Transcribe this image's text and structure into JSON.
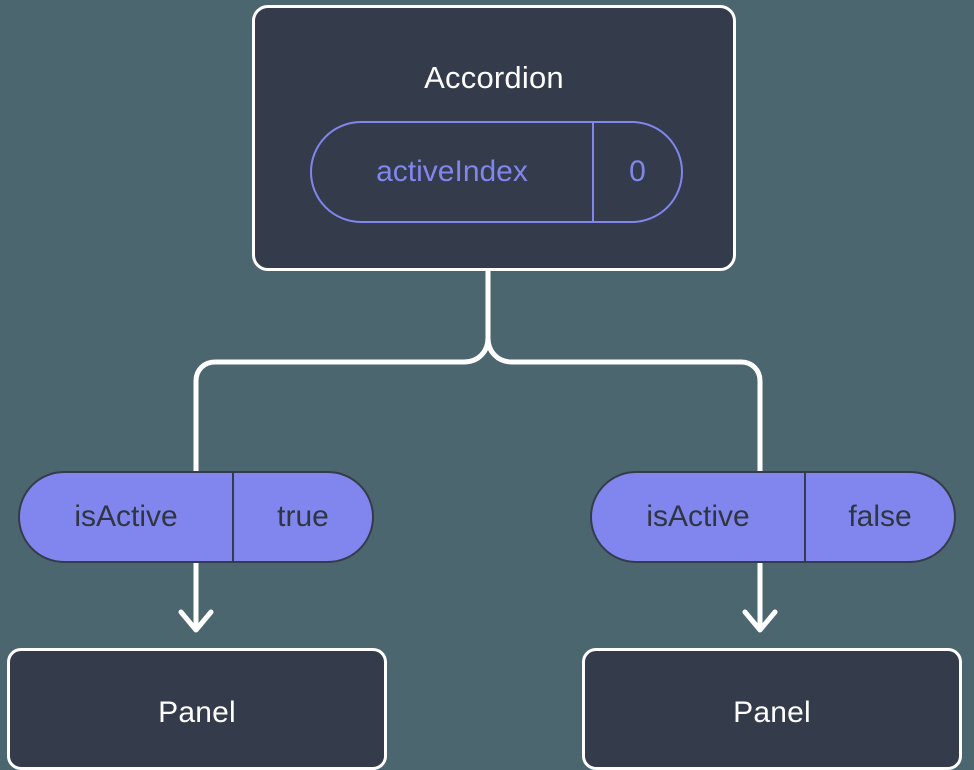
{
  "diagram": {
    "background_color": "#4c6670",
    "node_fill_color": "#343b4a",
    "node_border_color": "#ffffff",
    "accent_color": "#8186ee",
    "connector_color": "#ffffff"
  },
  "root": {
    "title": "Accordion",
    "prop": {
      "key": "activeIndex",
      "value": "0"
    }
  },
  "branches": [
    {
      "side": "left",
      "prop": {
        "key": "isActive",
        "value": "true"
      },
      "child": {
        "title": "Panel"
      }
    },
    {
      "side": "right",
      "prop": {
        "key": "isActive",
        "value": "false"
      },
      "child": {
        "title": "Panel"
      }
    }
  ]
}
